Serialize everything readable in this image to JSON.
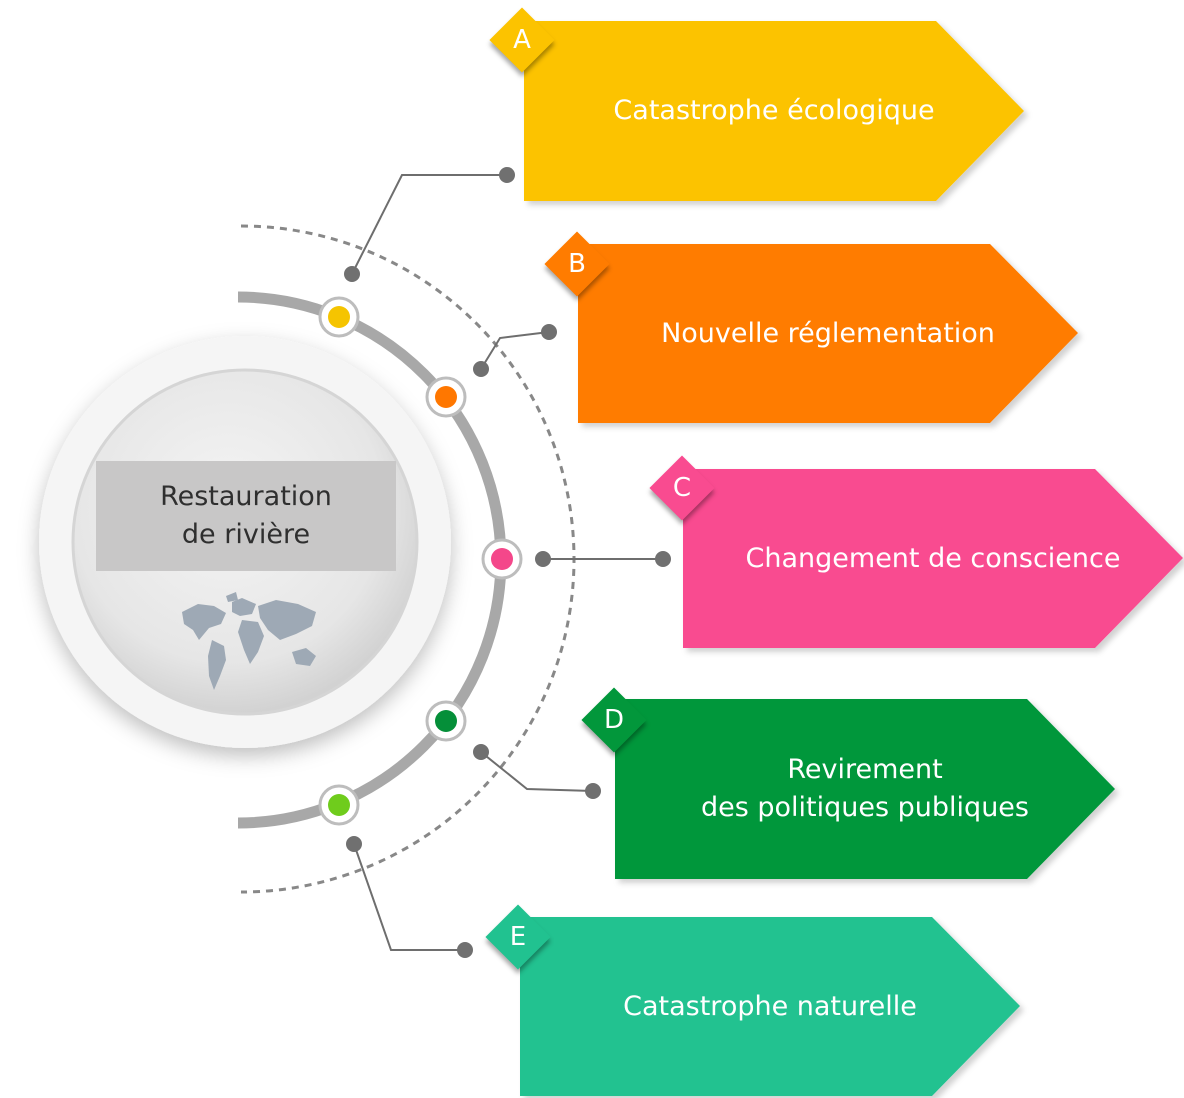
{
  "center": {
    "title_line1": "Restauration",
    "title_line2": "de rivière"
  },
  "items": [
    {
      "letter": "A",
      "lines": [
        "Catastrophe écologique"
      ],
      "color": "#fcc300",
      "dot_color": "#f5c400"
    },
    {
      "letter": "B",
      "lines": [
        "Nouvelle réglementation"
      ],
      "color": "#ff7c00",
      "dot_color": "#ff7700"
    },
    {
      "letter": "C",
      "lines": [
        "Changement de conscience"
      ],
      "color": "#f94b90",
      "dot_color": "#f4478a"
    },
    {
      "letter": "D",
      "lines": [
        "Revirement",
        "des politiques publiques"
      ],
      "color": "#02973b",
      "dot_color": "#058f39"
    },
    {
      "letter": "E",
      "lines": [
        "Catastrophe naturelle"
      ],
      "color": "#21c290",
      "dot_color": "#6fcc1c"
    }
  ]
}
